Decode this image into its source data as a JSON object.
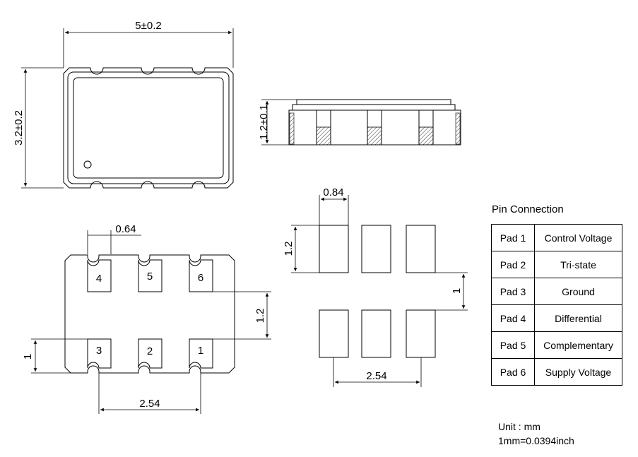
{
  "dimensions": {
    "length": "5±0.2",
    "width": "3.2±0.2",
    "height": "1.2±0.1",
    "pad_width": "0.64",
    "pad_gap": "1.2",
    "pad_edge": "1",
    "pad_pitch": "2.54",
    "land_width": "0.84",
    "land_height": "1.2",
    "land_gap": "1",
    "land_pitch": "2.54"
  },
  "pad_numbers": {
    "top": [
      "4",
      "5",
      "6"
    ],
    "bottom": [
      "3",
      "2",
      "1"
    ]
  },
  "pin_connection": {
    "title": "Pin Connection",
    "rows": [
      {
        "pad": "Pad 1",
        "function": "Control Voltage"
      },
      {
        "pad": "Pad 2",
        "function": "Tri-state"
      },
      {
        "pad": "Pad 3",
        "function": "Ground"
      },
      {
        "pad": "Pad 4",
        "function": "Differential"
      },
      {
        "pad": "Pad 5",
        "function": "Complementary"
      },
      {
        "pad": "Pad 6",
        "function": "Supply Voltage"
      }
    ]
  },
  "unit": {
    "line1": "Unit : mm",
    "line2": "1mm=0.0394inch"
  }
}
